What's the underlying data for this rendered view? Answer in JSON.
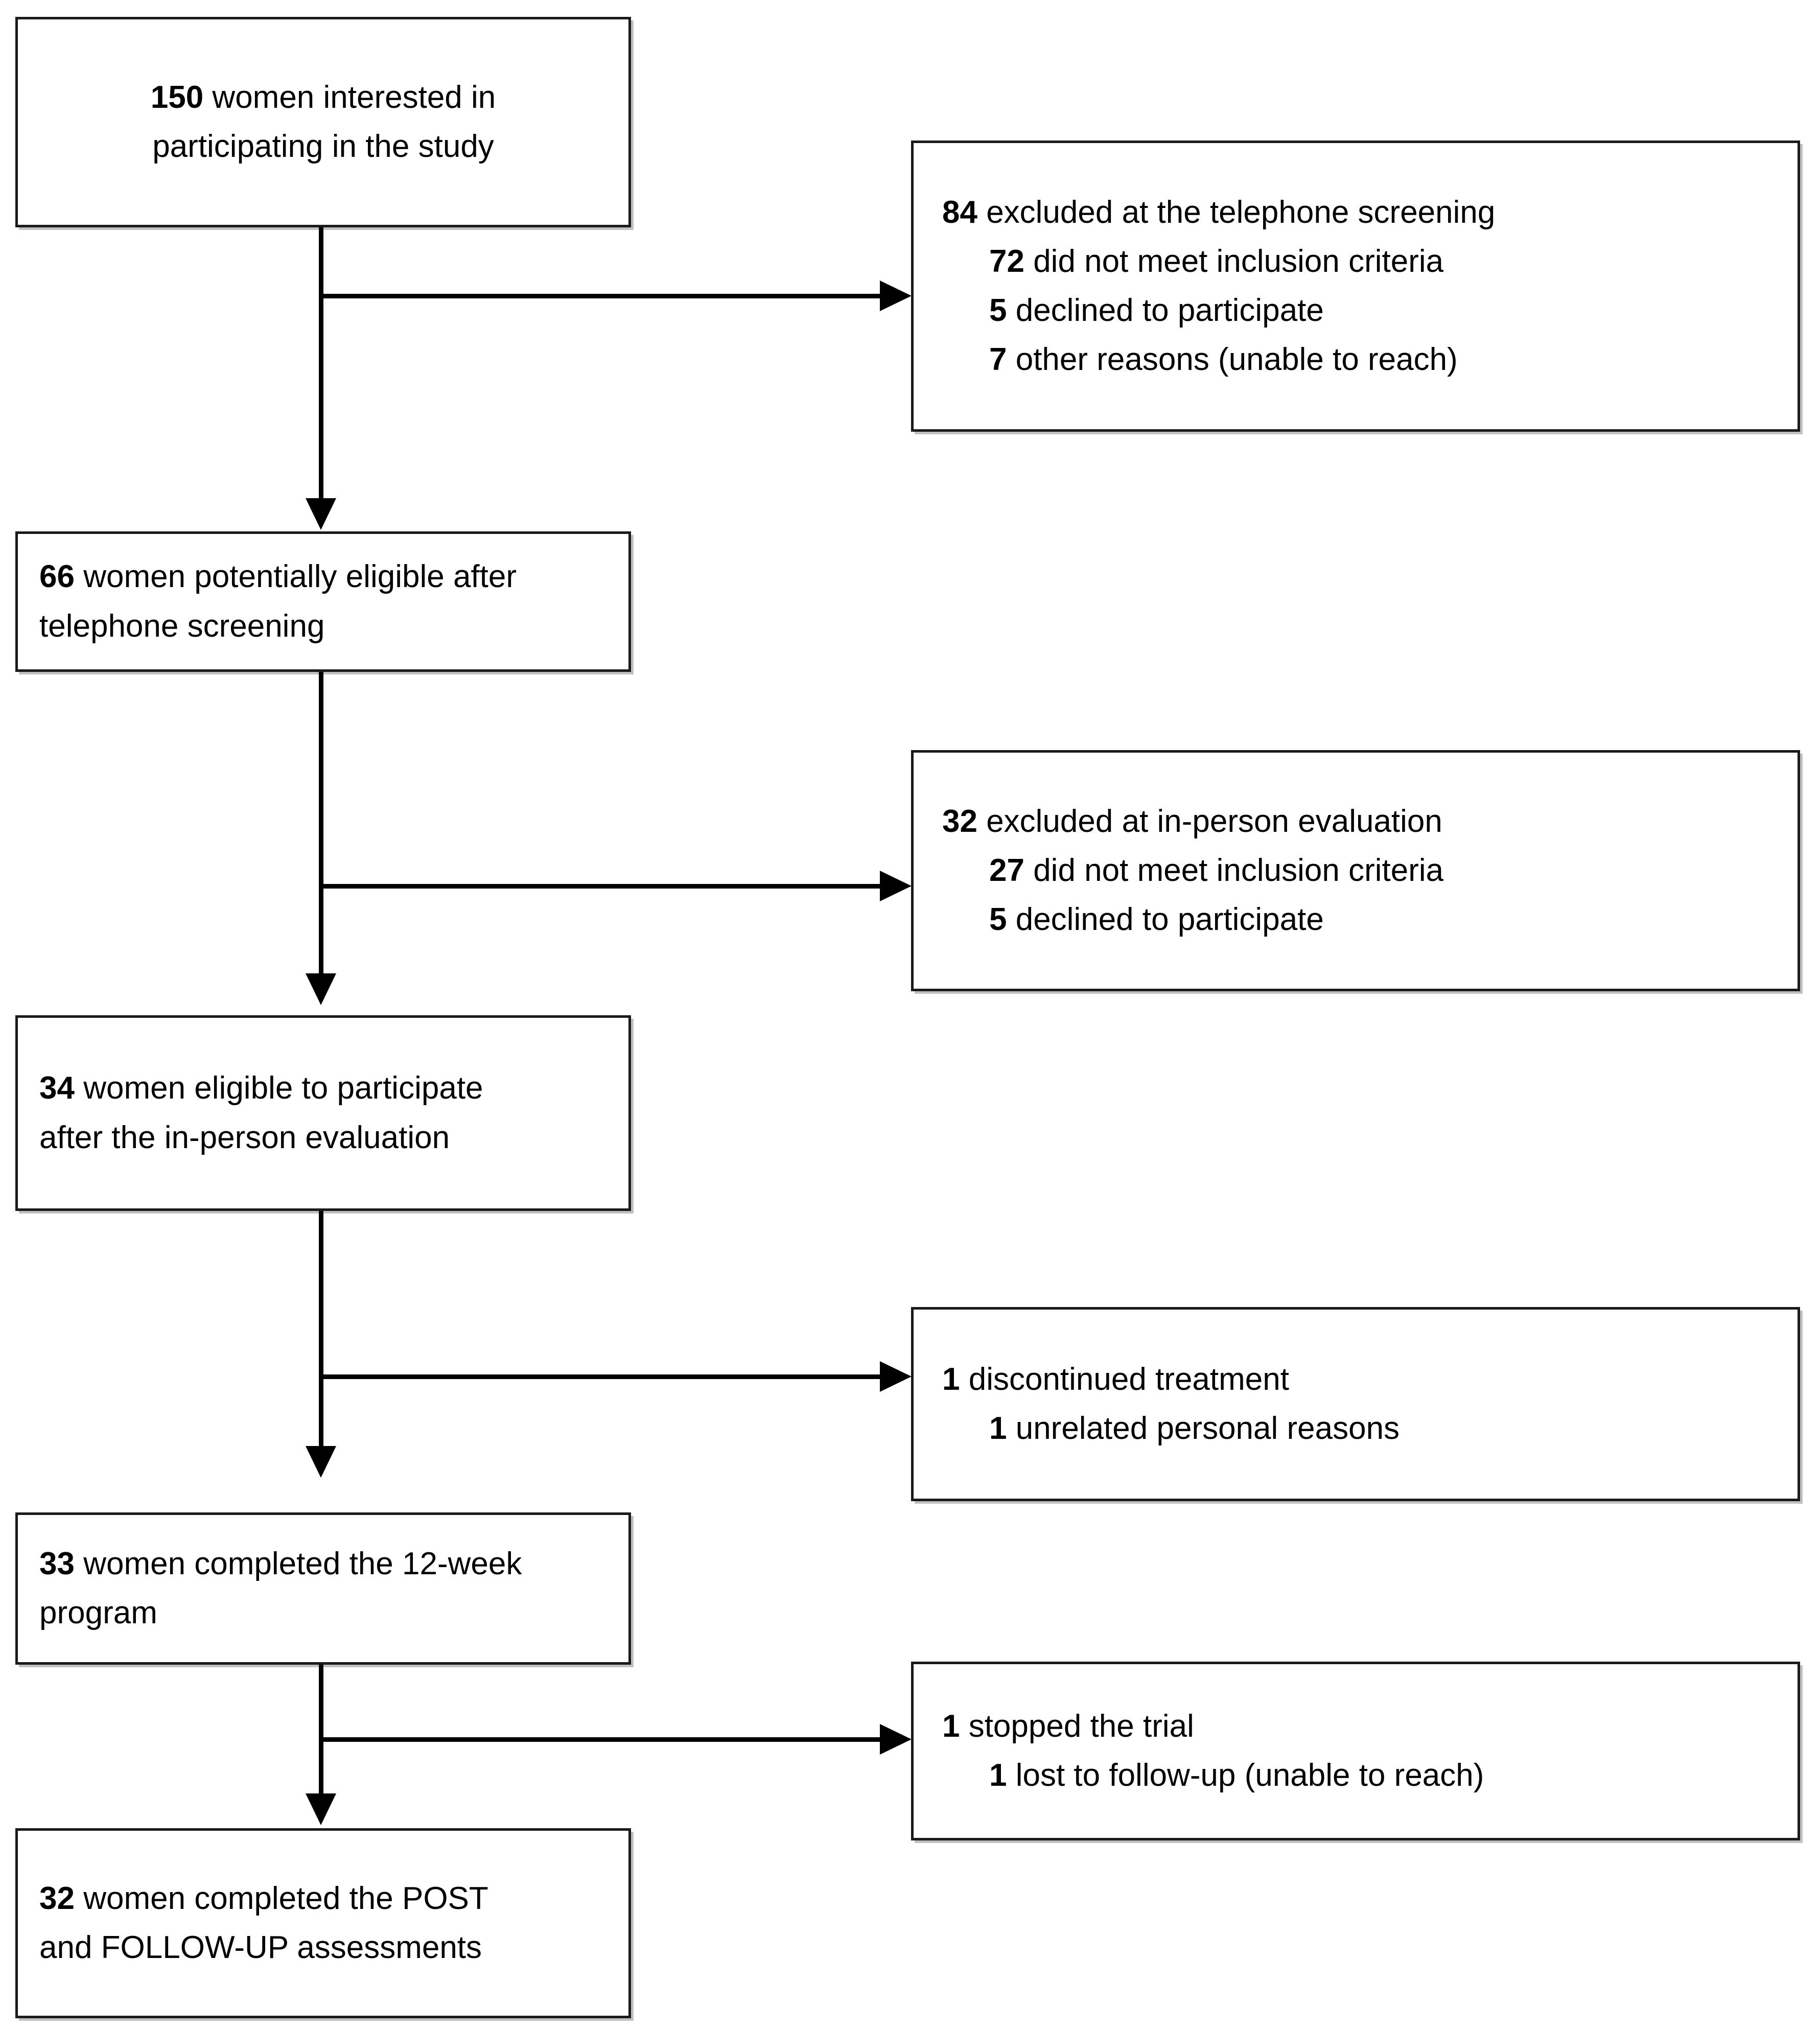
{
  "figure": {
    "type": "participant-flow-diagram",
    "title": "",
    "orientation": "vertical"
  },
  "main_nodes": [
    {
      "id": "interested",
      "align": "center",
      "lines": [
        {
          "number": "150",
          "text": " women interested in"
        },
        {
          "number": "",
          "text": "participating in the study"
        }
      ]
    },
    {
      "id": "potentially-eligible",
      "align": "left",
      "lines": [
        {
          "number": "66",
          "text": " women potentially eligible after"
        },
        {
          "number": "",
          "text": "telephone screening"
        }
      ]
    },
    {
      "id": "eligible",
      "align": "left",
      "lines": [
        {
          "number": "34",
          "text": " women eligible to participate"
        },
        {
          "number": "",
          "text": "after the in-person evaluation"
        }
      ]
    },
    {
      "id": "completed-program",
      "align": "left",
      "lines": [
        {
          "number": "33",
          "text": " women completed the 12-week"
        },
        {
          "number": "",
          "text": "program"
        }
      ]
    },
    {
      "id": "completed-assessments",
      "align": "left",
      "lines": [
        {
          "number": "32",
          "text": " women completed the POST"
        },
        {
          "number": "",
          "text": "and FOLLOW-UP assessments"
        }
      ]
    }
  ],
  "exclusion_nodes": [
    {
      "id": "excluded-telephone",
      "head": {
        "number": "84",
        "text": " excluded at the telephone screening"
      },
      "subs": [
        {
          "number": "72",
          "text": " did not meet inclusion criteria"
        },
        {
          "number": "5",
          "text": " declined to participate"
        },
        {
          "number": "7",
          "text": " other reasons (unable to reach)"
        }
      ]
    },
    {
      "id": "excluded-inperson",
      "head": {
        "number": "32",
        "text": " excluded at in-person evaluation"
      },
      "subs": [
        {
          "number": "27",
          "text": " did not meet inclusion criteria"
        },
        {
          "number": "5",
          "text": " declined to participate"
        }
      ]
    },
    {
      "id": "discontinued",
      "head": {
        "number": "1",
        "text": " discontinued treatment"
      },
      "subs": [
        {
          "number": "1",
          "text": " unrelated personal reasons"
        }
      ]
    },
    {
      "id": "stopped-trial",
      "head": {
        "number": "1",
        "text": " stopped the trial"
      },
      "subs": [
        {
          "number": "1",
          "text": " lost to follow-up (unable to reach)"
        }
      ]
    }
  ],
  "chart_data": {
    "type": "flowchart",
    "title": "CONSORT-style participant flow",
    "stages": [
      {
        "label": "Women interested in participating in the study",
        "n": 150
      },
      {
        "label": "Women potentially eligible after telephone screening",
        "n": 66
      },
      {
        "label": "Women eligible to participate after the in-person evaluation",
        "n": 34
      },
      {
        "label": "Women completed the 12-week program",
        "n": 33
      },
      {
        "label": "Women completed the POST and FOLLOW-UP assessments",
        "n": 32
      }
    ],
    "exclusions": [
      {
        "after_stage": "Women interested in participating in the study",
        "label": "Excluded at the telephone screening",
        "n": 84,
        "reasons": [
          {
            "label": "Did not meet inclusion criteria",
            "n": 72
          },
          {
            "label": "Declined to participate",
            "n": 5
          },
          {
            "label": "Other reasons (unable to reach)",
            "n": 7
          }
        ]
      },
      {
        "after_stage": "Women potentially eligible after telephone screening",
        "label": "Excluded at in-person evaluation",
        "n": 32,
        "reasons": [
          {
            "label": "Did not meet inclusion criteria",
            "n": 27
          },
          {
            "label": "Declined to participate",
            "n": 5
          }
        ]
      },
      {
        "after_stage": "Women eligible to participate after the in-person evaluation",
        "label": "Discontinued treatment",
        "n": 1,
        "reasons": [
          {
            "label": "Unrelated personal reasons",
            "n": 1
          }
        ]
      },
      {
        "after_stage": "Women completed the 12-week program",
        "label": "Stopped the trial",
        "n": 1,
        "reasons": [
          {
            "label": "Lost to follow-up (unable to reach)",
            "n": 1
          }
        ]
      }
    ],
    "colors": {
      "box_border": "#1a1a1a",
      "connector": "#000000",
      "background": "#ffffff",
      "text": "#000000"
    }
  }
}
